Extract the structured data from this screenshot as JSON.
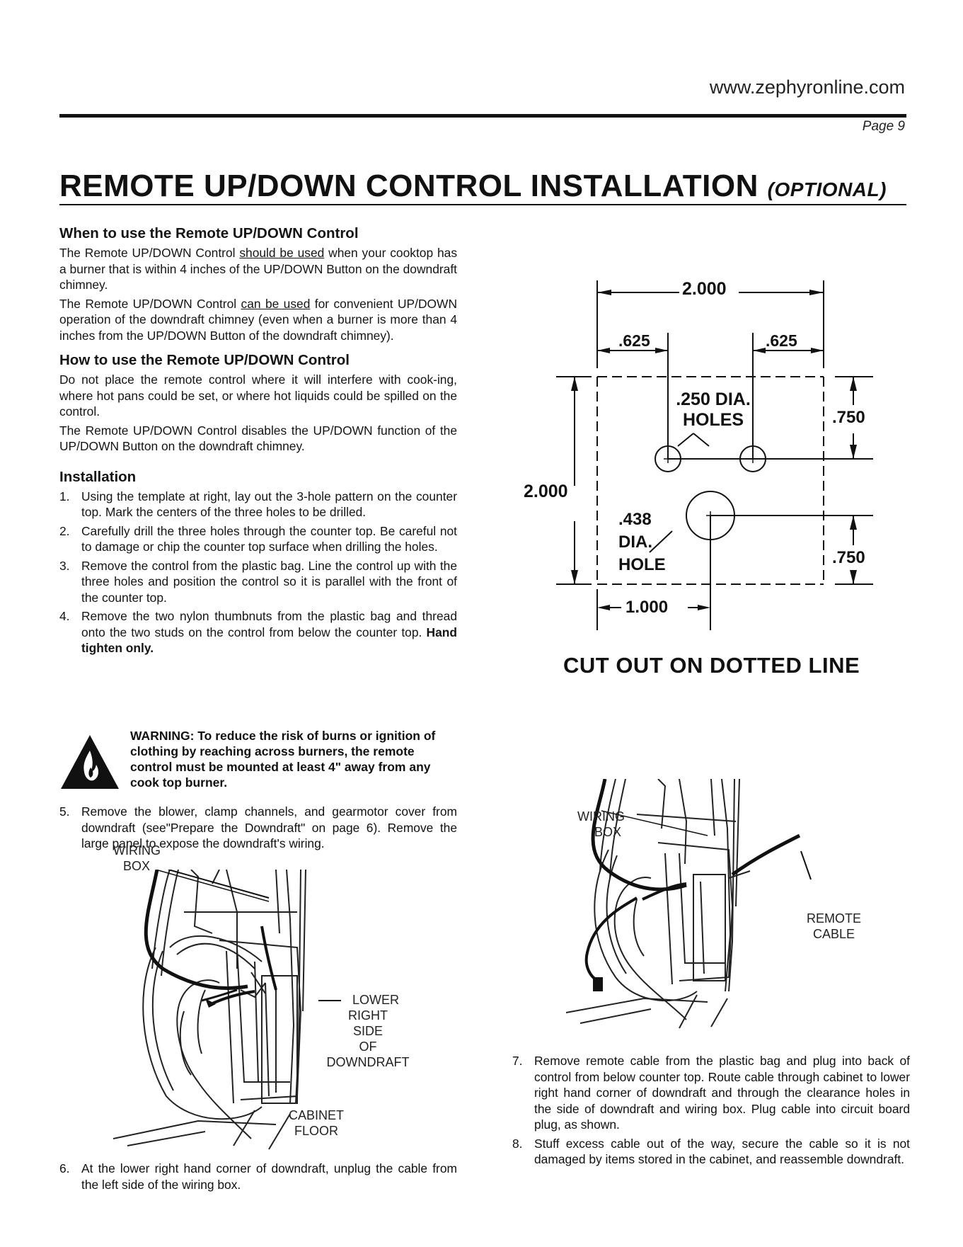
{
  "header": {
    "url": "www.zephyronline.com",
    "page": "Page 9",
    "title": "REMOTE UP/DOWN CONTROL INSTALLATION",
    "title_optional": "(OPTIONAL)"
  },
  "when": {
    "heading": "When to use the Remote UP/DOWN Control",
    "p1_a": "The Remote UP/DOWN Control ",
    "p1_u": "should be used",
    "p1_b": " when your cooktop has a burner that is within 4 inches of the UP/DOWN Button on the downdraft chimney.",
    "p2_a": "The Remote UP/DOWN Control ",
    "p2_u": "can be used",
    "p2_b": " for convenient UP/DOWN operation of the downdraft chimney (even when a burner is more than 4 inches from the UP/DOWN Button of the downdraft chimney)."
  },
  "how": {
    "heading": "How to use the Remote UP/DOWN Control",
    "p1": "Do not place the remote control where it will interfere with cook-ing, where hot pans could be set, or where hot liquids could be spilled on the control.",
    "p2": "The Remote UP/DOWN Control disables the UP/DOWN function of the UP/DOWN Button on the downdraft chimney."
  },
  "installation": {
    "heading": "Installation",
    "steps": [
      {
        "num": "1.",
        "text": "Using the template at right, lay out the 3-hole pattern on the counter top. Mark the centers of the three holes to be drilled."
      },
      {
        "num": "2.",
        "text": "Carefully drill the three holes through the counter top. Be careful not to damage or chip the counter top surface when drilling the holes."
      },
      {
        "num": "3.",
        "text": "Remove the control from the plastic bag. Line the control up with the three holes and position the control so it is parallel with the front of the counter top."
      },
      {
        "num": "4.",
        "text": "Remove the two nylon thumbnuts from the plastic bag and thread onto the two studs on the control from below the counter top. ",
        "bold": "Hand tighten only."
      }
    ],
    "warning": "WARNING: To reduce the risk of burns or ignition of clothing by reaching across burners, the remote control must be mounted at least 4\" away from any cook top burner.",
    "step5": {
      "num": "5.",
      "text": "Remove the blower, clamp channels, and gearmotor cover from downdraft (see\"Prepare the Downdraft\" on page 6). Remove the large panel to expose the downdraft's wiring."
    },
    "step6": {
      "num": "6.",
      "text": "At the lower right hand corner of downdraft, unplug the cable from the left side of the wiring box."
    },
    "step7": {
      "num": "7.",
      "text": "Remove remote cable from the plastic bag and plug into back of control from below counter top. Route cable through cabinet to lower right hand corner of downdraft and through the clearance holes in the side of downdraft and wiring box. Plug cable into circuit board plug, as shown."
    },
    "step8": {
      "num": "8.",
      "text": "Stuff excess cable out of the way, secure the cable so it is not damaged by items stored in the cabinet, and reassemble downdraft."
    }
  },
  "template": {
    "dim_width": "2.000",
    "dim_left": ".625",
    "dim_right": ".625",
    "small_holes_line1": ".250 DIA.",
    "small_holes_line2": "HOLES",
    "dim_height": "2.000",
    "dim_upper_right": ".750",
    "dim_lower_right": ".750",
    "large_hole_line1": ".438",
    "large_hole_line2": "DIA.",
    "large_hole_line3": "HOLE",
    "dim_bottom": "1.000",
    "cut_label": "CUT OUT ON DOTTED LINE"
  },
  "figure_left": {
    "wiring_box_1": "WIRING",
    "wiring_box_2": "BOX",
    "lower_right_1": "LOWER",
    "lower_right_2": "RIGHT",
    "lower_right_3": "SIDE",
    "lower_right_4": "OF",
    "lower_right_5": "DOWNDRAFT",
    "cabinet_1": "CABINET",
    "cabinet_2": "FLOOR"
  },
  "figure_right": {
    "wiring_box_1": "WIRING",
    "wiring_box_2": "BOX",
    "remote_1": "REMOTE",
    "remote_2": "CABLE"
  }
}
